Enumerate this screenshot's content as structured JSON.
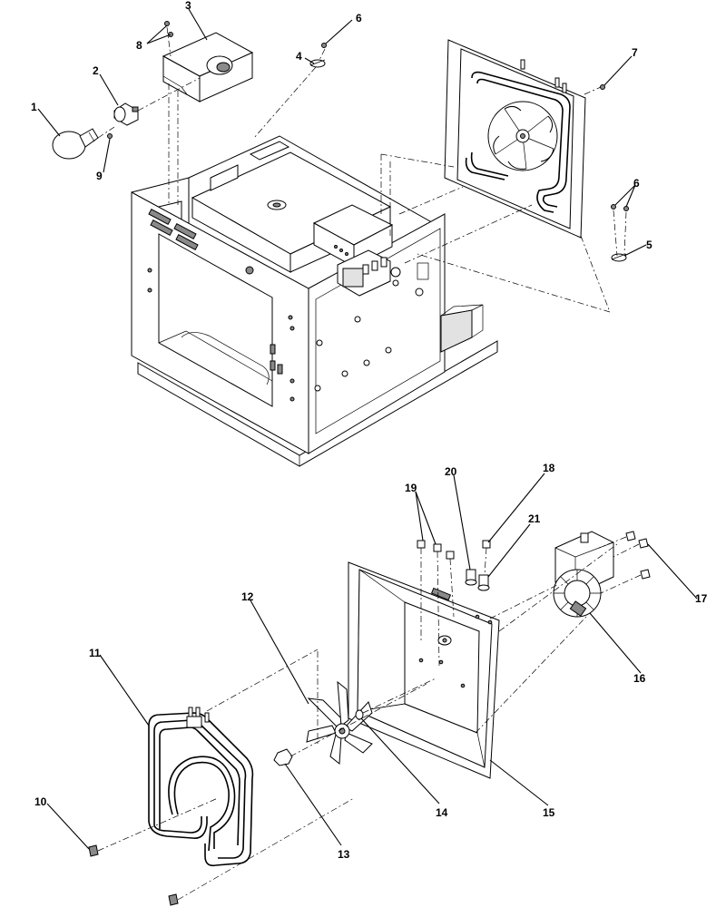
{
  "callouts": {
    "c1": "1",
    "c2": "2",
    "c3": "3",
    "c4": "4",
    "c5": "5",
    "c6a": "6",
    "c6b": "6",
    "c7": "7",
    "c8": "8",
    "c9": "9",
    "c10": "10",
    "c11": "11",
    "c12": "12",
    "c13": "13",
    "c14": "14",
    "c15": "15",
    "c16": "16",
    "c17": "17",
    "c18": "18",
    "c19": "19",
    "c20": "20",
    "c21": "21"
  }
}
